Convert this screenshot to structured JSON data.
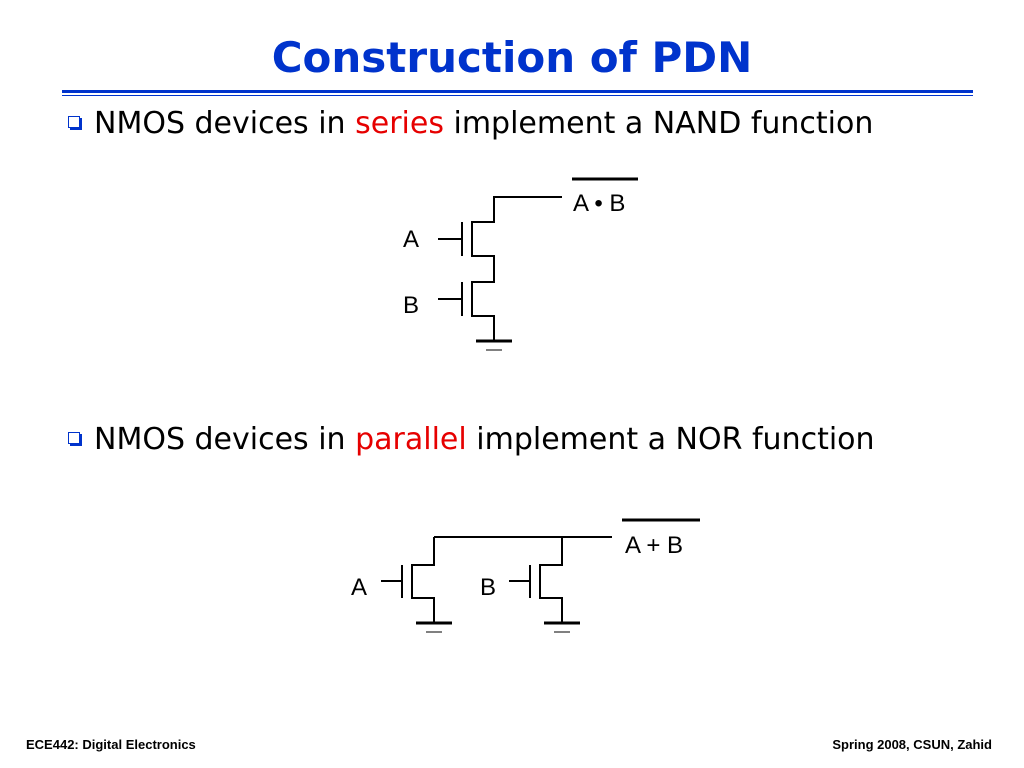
{
  "slide": {
    "title": "Construction of PDN",
    "bullets": [
      {
        "prefix": "NMOS devices in ",
        "highlight": "series",
        "suffix": " implement a NAND function"
      },
      {
        "prefix": "NMOS devices in ",
        "highlight": "parallel",
        "suffix": " implement a NOR function"
      }
    ],
    "colors": {
      "title": "#0033cc",
      "highlight": "#e60000",
      "rule": "#0033cc"
    },
    "bullet_icon": "hollow-square-bullet"
  },
  "diagrams": {
    "nand": {
      "input_a": "A",
      "input_b": "B",
      "output": "A • B"
    },
    "nor": {
      "input_a": "A",
      "input_b": "B",
      "output": "A + B"
    }
  },
  "footer": {
    "left": "ECE442: Digital Electronics",
    "right": "Spring 2008, CSUN, Zahid"
  }
}
